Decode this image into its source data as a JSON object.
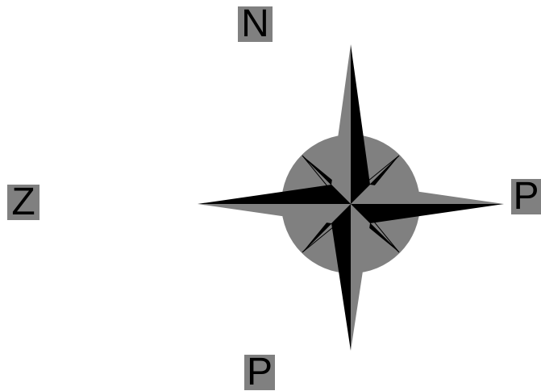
{
  "labels": {
    "north": "N",
    "west": "Z",
    "east": "P",
    "south": "P"
  },
  "colors": {
    "label_background": "#808080",
    "label_text": "#000000",
    "rose_fill": "#808080",
    "rose_dark": "#000000"
  }
}
